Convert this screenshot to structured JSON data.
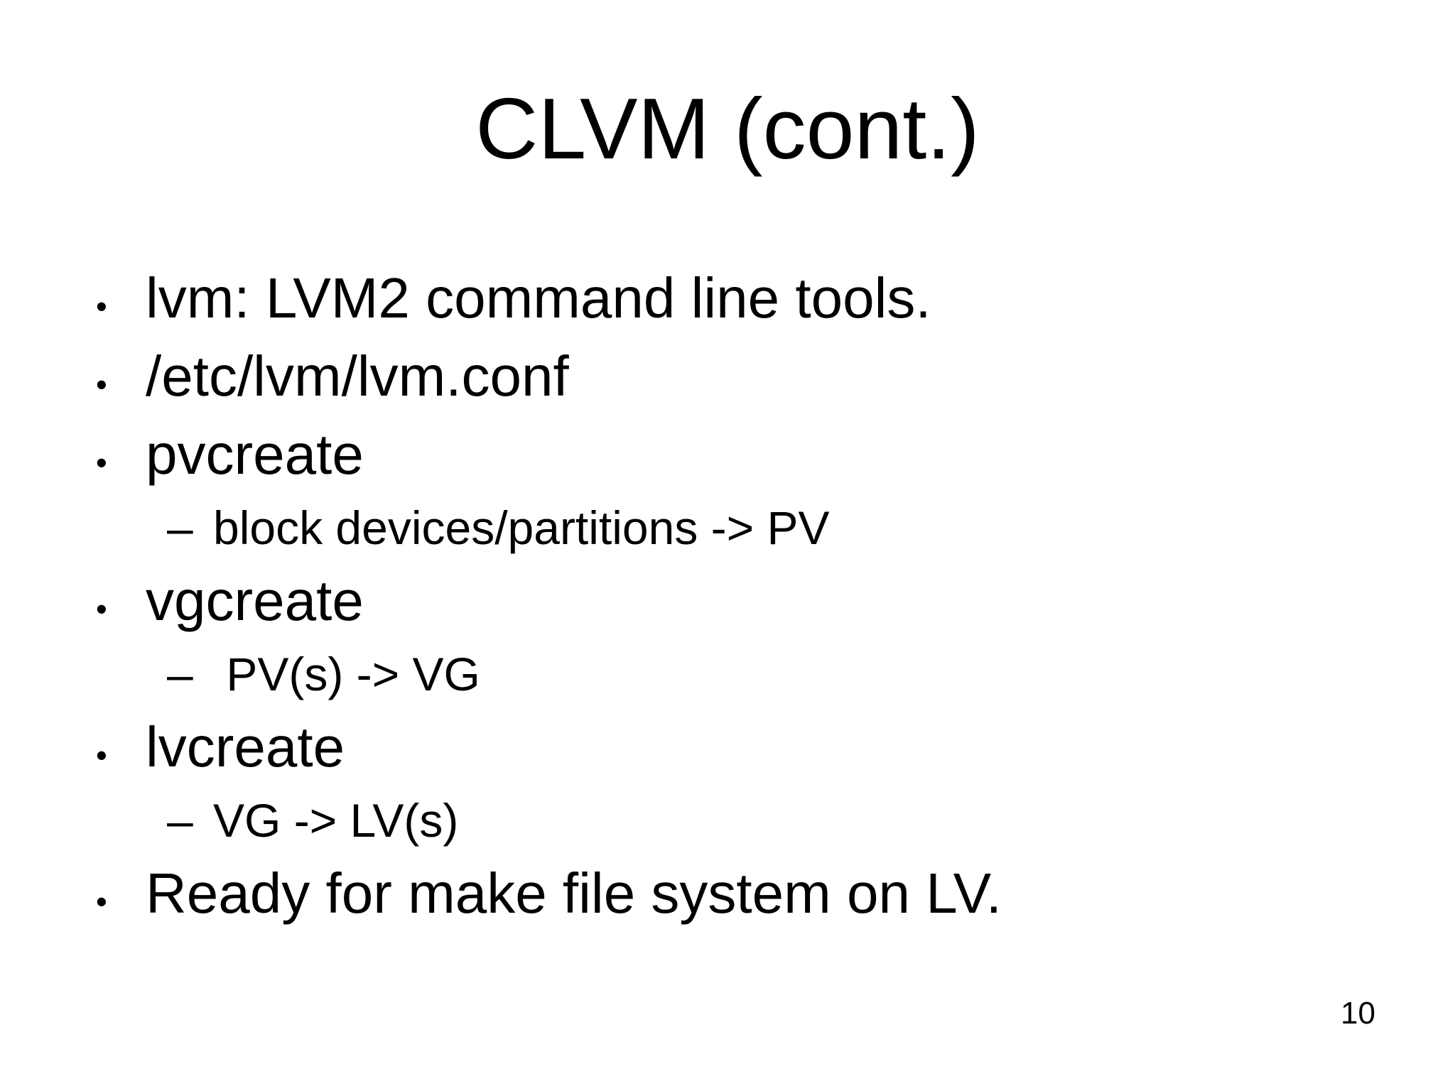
{
  "slide": {
    "title": "CLVM (cont.)",
    "markers": {
      "level1": "•",
      "level2": "–"
    },
    "bullets": [
      {
        "level": 1,
        "text": "lvm: LVM2 command line tools."
      },
      {
        "level": 1,
        "text": "/etc/lvm/lvm.conf"
      },
      {
        "level": 1,
        "text": "pvcreate"
      },
      {
        "level": 2,
        "text": "block devices/partitions -> PV"
      },
      {
        "level": 1,
        "text": "vgcreate"
      },
      {
        "level": 2,
        "text": " PV(s) -> VG"
      },
      {
        "level": 1,
        "text": "lvcreate"
      },
      {
        "level": 2,
        "text": "VG -> LV(s)"
      },
      {
        "level": 1,
        "text": "Ready for make file system on LV."
      }
    ],
    "page_number": "10",
    "colors": {
      "background": "#ffffff",
      "text": "#000000"
    }
  }
}
